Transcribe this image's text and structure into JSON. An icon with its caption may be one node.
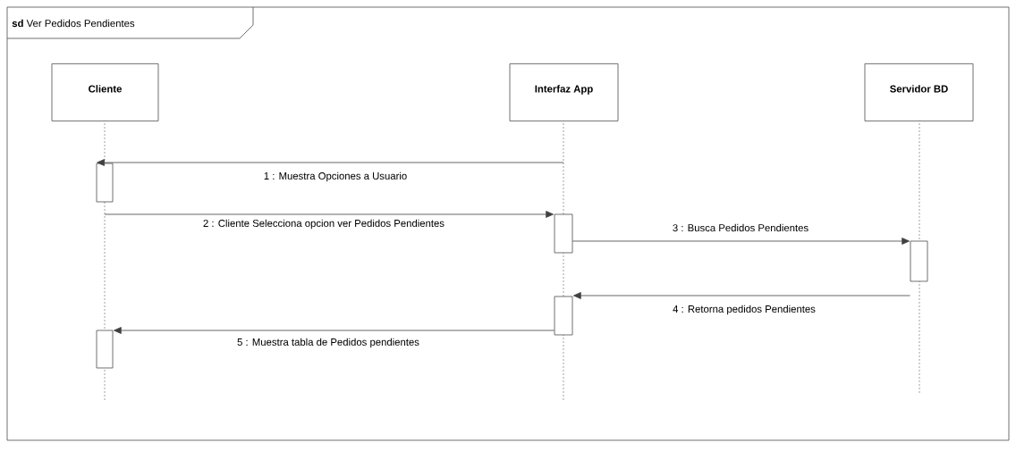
{
  "diagram": {
    "title": "**sd** Ver Pedidos Pendientes",
    "nodes": [
      {
        "text": [
          "Cliente"
        ]
      },
      {
        "text": [
          "Interfaz App"
        ]
      },
      {
        "text": [
          "Servidor BD"
        ]
      },
      {
        "text": [],
        "shape": "box"
      },
      {
        "text": [],
        "shape": "box"
      },
      {
        "text": [],
        "shape": "box"
      },
      {
        "text": [],
        "shape": "box"
      },
      {
        "text": [],
        "shape": "box"
      }
    ],
    "edges": [
      {
        "from": null,
        "to": 3,
        "arrow": "to",
        "label": "1 : Muestra Opciones a Usuario"
      },
      {
        "from": null,
        "to": 4,
        "arrow": "to",
        "label": "2 : Cliente Selecciona opcion ver Pedidos Pendientes"
      },
      {
        "from": 4,
        "to": 5,
        "arrow": "to",
        "label": "3 : Busca Pedidos Pendientes"
      },
      {
        "from": 5,
        "to": 6,
        "arrow": "to",
        "label": "4 : Retorna pedidos Pendientes"
      },
      {
        "from": 6,
        "to": 7,
        "arrow": "to",
        "label": "5 : Muestra tabla de Pedidos pendientes"
      }
    ]
  }
}
